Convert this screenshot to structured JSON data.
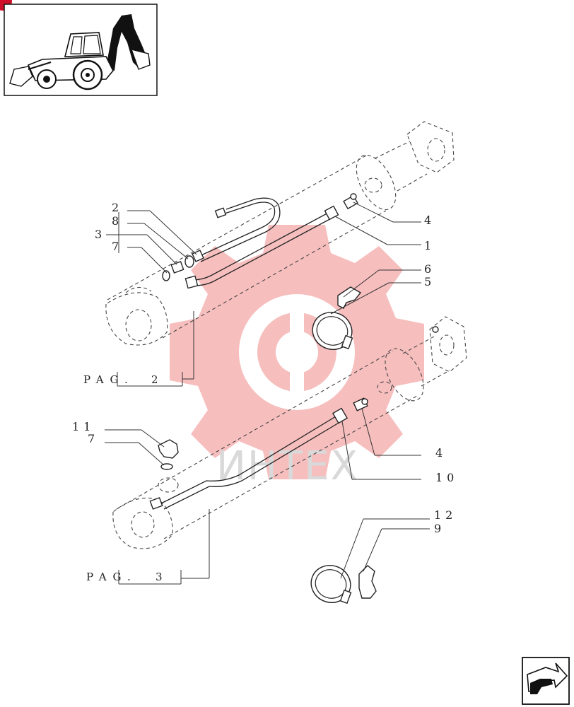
{
  "callouts": {
    "c2": "2",
    "c8": "8",
    "c3": "3",
    "c7a": "7",
    "c4a": "4",
    "c1": "1",
    "c6": "6",
    "c5": "5",
    "pag2_text": "PAG.",
    "pag2_num": "2",
    "c11": "11",
    "c7b": "7",
    "c4b": "4",
    "c10": "10",
    "c12": "12",
    "c9": "9",
    "pag3_text": "PAG.",
    "pag3_num": "3"
  },
  "watermark": {
    "text": "ИНТЕХ",
    "gear_color": "#f6b3b3"
  },
  "colors": {
    "line": "#222222",
    "badge": "#d0102a"
  },
  "icons": {
    "thumbnail": "backhoe-loader-icon",
    "next": "next-page-arrow-icon"
  }
}
